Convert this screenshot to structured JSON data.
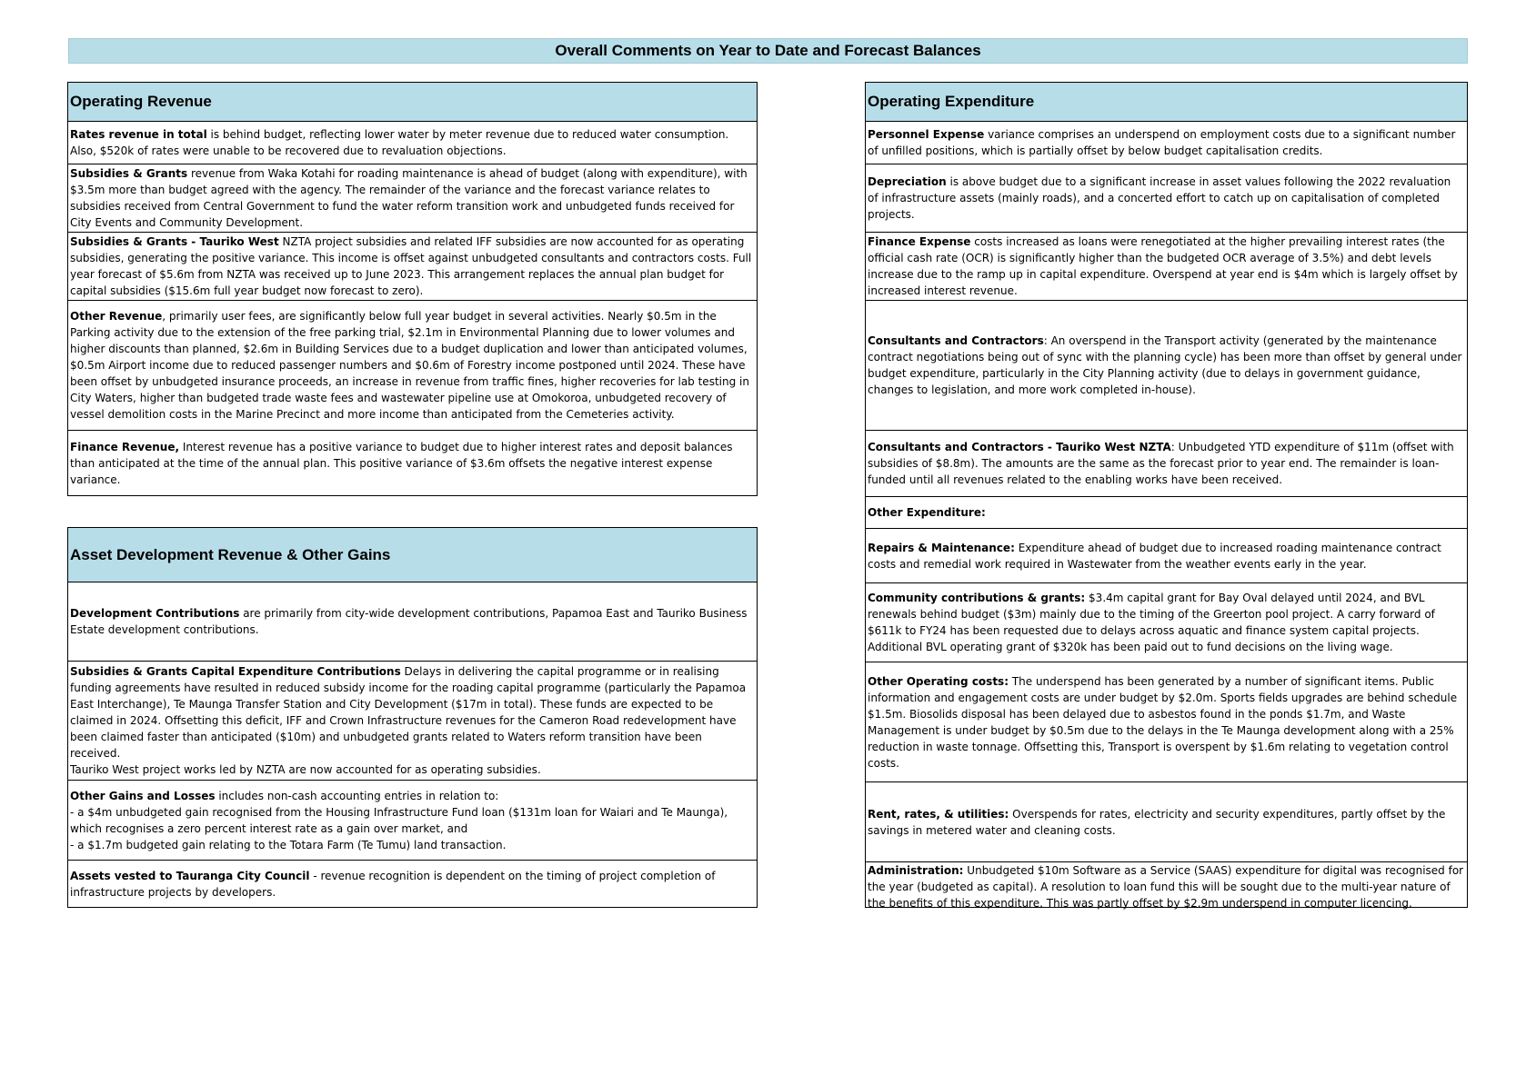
{
  "page": {
    "title": "Overall Comments on Year to Date and Forecast Balances"
  },
  "operating_revenue": {
    "heading": "Operating Revenue",
    "items": [
      {
        "term": "Rates revenue in total",
        "text": " is behind budget, reflecting lower water by meter revenue due to reduced water consumption. Also, $520k of rates were unable to be recovered due to revaluation objections."
      },
      {
        "term": "Subsidies & Grants",
        "text": " revenue from Waka Kotahi for roading maintenance is ahead of budget (along with expenditure), with $3.5m more than budget agreed with the agency. The remainder of the variance and the forecast variance relates to subsidies received from Central Government to fund the water reform transition work and unbudgeted funds received for City Events and Community Development."
      },
      {
        "term": "Subsidies & Grants - Tauriko West",
        "text": " NZTA project subsidies and related IFF subsidies are now accounted for as operating subsidies, generating the positive variance. This income is offset against unbudgeted consultants and contractors costs. Full year forecast of $5.6m from NZTA was received up to June 2023. This arrangement replaces the annual plan budget for capital subsidies ($15.6m full year budget now forecast to zero)."
      },
      {
        "term": "Other Revenue",
        "text": ", primarily user fees, are significantly below full year budget in several activities. Nearly $0.5m in the Parking activity due to the extension of the free parking trial, $2.1m in Environmental Planning due to lower volumes and higher discounts than planned, $2.6m in Building Services due to a budget duplication and lower than anticipated volumes, $0.5m Airport income due to reduced passenger numbers and $0.6m of Forestry income postponed until 2024. These have been offset by unbudgeted insurance proceeds, an increase in revenue from traffic fines, higher recoveries for lab testing in City Waters, higher than budgeted trade waste fees and wastewater pipeline use at Omokoroa, unbudgeted recovery of vessel demolition costs  in the Marine Precinct and more income than anticipated from the Cemeteries activity."
      },
      {
        "term": "Finance Revenue,",
        "text": " Interest revenue has a positive variance to budget due to higher interest rates and deposit balances than anticipated at the time of the annual plan. This positive variance of $3.6m offsets the negative interest expense variance."
      }
    ]
  },
  "asset_development": {
    "heading": "Asset Development Revenue & Other Gains",
    "items": [
      {
        "term": "Development Contributions",
        "text": " are primarily from city-wide development contributions, Papamoa East and Tauriko Business Estate development contributions."
      },
      {
        "term": "Subsidies & Grants Capital Expenditure Contributions",
        "text": " Delays in delivering the capital programme or in realising funding agreements have resulted in reduced subsidy income for the roading capital programme (particularly the Papamoa East Interchange), Te Maunga Transfer Station and City Development ($17m in total). These funds are expected to be claimed in 2024. Offsetting this deficit, IFF and Crown Infrastructure revenues for the Cameron Road redevelopment have been claimed faster than anticipated ($10m) and unbudgeted grants related to Waters reform transition have been received.",
        "extra": "Tauriko West project works led by NZTA are now accounted for as operating subsidies."
      },
      {
        "term": "Other Gains and Losses",
        "text": " includes non-cash accounting entries in relation to:",
        "bullets": [
          "- a $4m unbudgeted gain recognised from the Housing Infrastructure Fund loan ($131m loan for Waiari and Te Maunga), which recognises a zero percent interest rate as a gain over market, and",
          "- a $1.7m budgeted gain relating to the Totara Farm (Te Tumu) land transaction."
        ]
      },
      {
        "term": "Assets vested to Tauranga City Council",
        "text": " - revenue recognition is dependent on the timing of project completion of infrastructure projects by developers."
      }
    ]
  },
  "operating_expenditure": {
    "heading": "Operating Expenditure",
    "items": [
      {
        "term": "Personnel Expense",
        "text": " variance comprises an underspend on employment costs due to a significant number of unfilled positions, which is partially offset by below budget capitalisation credits."
      },
      {
        "term": "Depreciation",
        "text": " is above budget due to a significant increase in asset values following the 2022 revaluation of infrastructure assets (mainly roads), and a concerted effort to catch up on capitalisation of completed projects."
      },
      {
        "term": "Finance Expense",
        "text": " costs increased as loans were renegotiated at the higher prevailing interest rates (the official cash rate (OCR) is significantly higher than the budgeted OCR average of 3.5%) and debt levels increase due to the ramp up in capital expenditure. Overspend at year end is $4m which is largely offset by increased interest revenue."
      },
      {
        "term": "Consultants and Contractors",
        "text": ":  An overspend in the Transport activity (generated by the maintenance contract negotiations being out of sync with the planning cycle) has been more than offset by general under budget expenditure, particularly in the City Planning activity (due to delays in government guidance, changes to legislation, and more work completed in-house)."
      },
      {
        "term": "Consultants and Contractors - Tauriko West NZTA",
        "text": ": Unbudgeted YTD expenditure of $11m (offset with subsidies of $8.8m). The amounts are the same as the forecast prior to year end. The remainder is loan-funded until all revenues related to the enabling works have been received."
      },
      {
        "term": "Other Expenditure:",
        "text": ""
      },
      {
        "term": "Repairs & Maintenance:",
        "text": " Expenditure ahead of budget due to increased roading maintenance contract costs and remedial work required in Wastewater from the weather events early in the year."
      },
      {
        "term": "Community contributions & grants:",
        "text": " $3.4m capital grant for Bay Oval delayed until 2024, and BVL renewals behind budget ($3m) mainly due to the timing of the Greerton pool project. A carry forward of $611k to FY24 has been requested due to delays across aquatic and finance system capital projects. Additional BVL operating grant of $320k has been paid out to fund decisions on the living wage."
      },
      {
        "term": "Other Operating costs:",
        "text": " The underspend has been generated by a number of significant items. Public information and engagement costs are under budget by $2.0m. Sports fields upgrades are behind schedule $1.5m. Biosolids disposal has been delayed due to asbestos found in the ponds $1.7m, and Waste Management is under budget by $0.5m due to the delays in the Te Maunga development along with a 25% reduction in waste tonnage. Offsetting this, Transport is overspent by $1.6m relating to vegetation control costs."
      },
      {
        "term": "Rent, rates, & utilities:",
        "text": " Overspends for rates, electricity and security expenditures, partly offset by the savings in metered water and cleaning costs."
      },
      {
        "term": "Administration:",
        "text": " Unbudgeted $10m Software as a Service (SAAS) expenditure for digital was recognised for the year (budgeted as capital). A resolution to loan fund this will be sought due to the multi-year nature of the benefits of this expenditure. This was partly offset by $2.9m underspend in computer licencing."
      }
    ]
  }
}
